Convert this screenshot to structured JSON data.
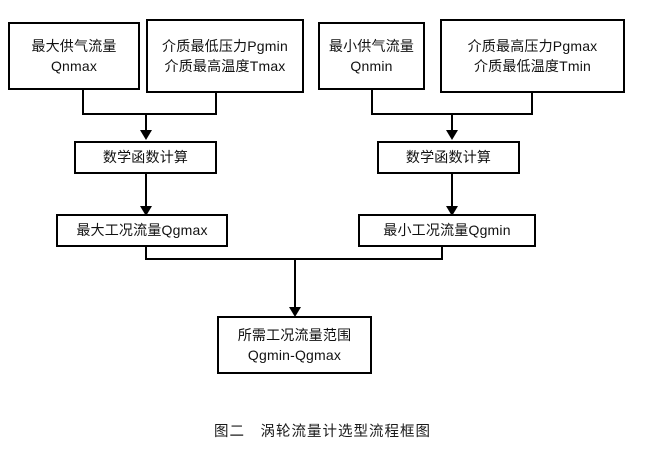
{
  "figure": {
    "caption": "图二　涡轮流量计选型流程框图"
  },
  "nodes": {
    "max_supply_flow": {
      "line1": "最大供气流量",
      "line2": "Qnmax"
    },
    "medium_min_pressure_max_temp": {
      "line1": "介质最低压力Pgmin",
      "line2": "介质最高温度Tmax"
    },
    "min_supply_flow": {
      "line1": "最小供气流量",
      "line2": "Qnmin"
    },
    "medium_max_pressure_min_temp": {
      "line1": "介质最高压力Pgmax",
      "line2": "介质最低温度Tmin"
    },
    "math_calc_left": {
      "line1": "数学函数计算"
    },
    "math_calc_right": {
      "line1": "数学函数计算"
    },
    "max_working_flow": {
      "line1": "最大工况流量Qgmax"
    },
    "min_working_flow": {
      "line1": "最小工况流量Qgmin"
    },
    "required_flow_range": {
      "line1": "所需工况流量范围",
      "line2": "Qgmin-Qgmax"
    }
  },
  "colors": {
    "stroke": "#000000",
    "background": "#ffffff",
    "text": "#111111"
  }
}
